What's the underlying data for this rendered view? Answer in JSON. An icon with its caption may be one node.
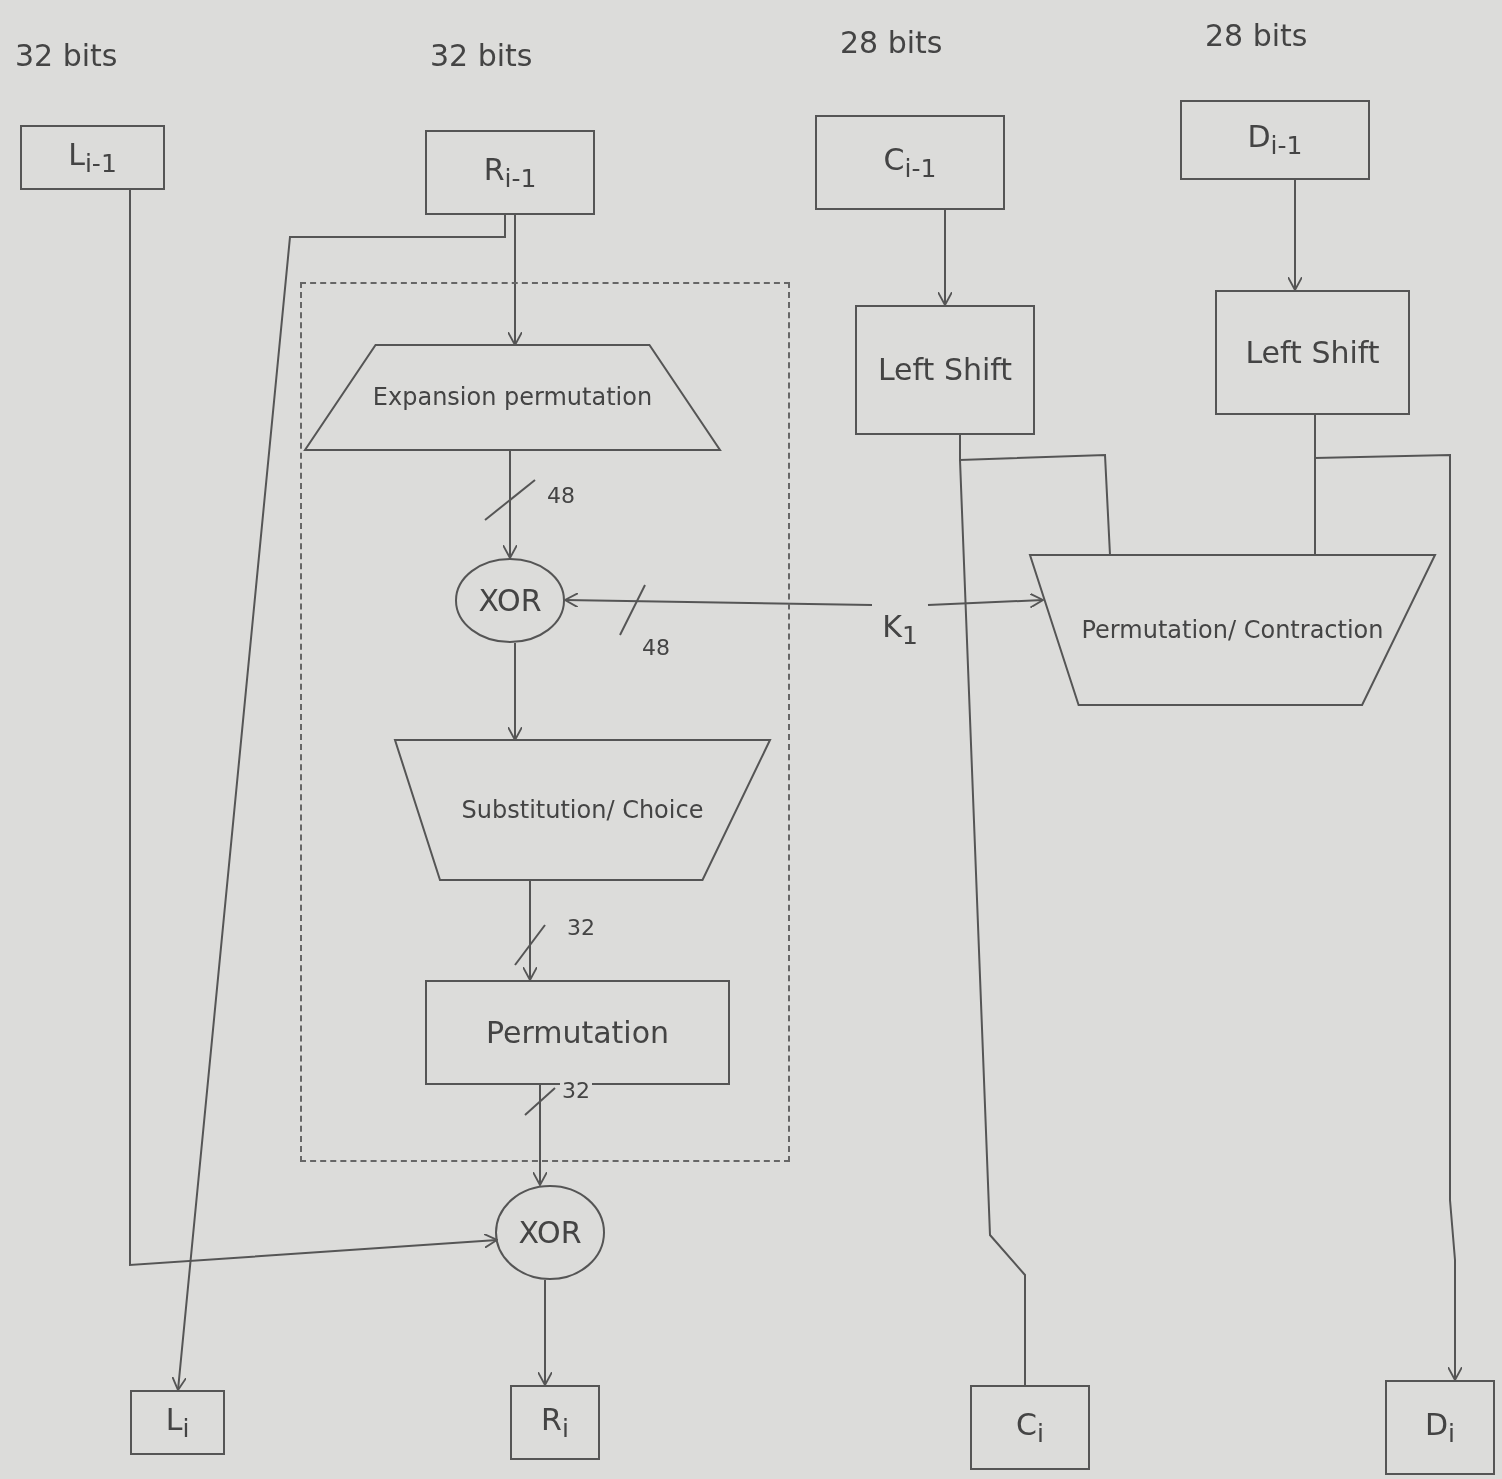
{
  "diagram": {
    "nodes": [
      {
        "text": [
          "L$_{i-1}$"
        ]
      },
      {
        "text": [
          "R$_{i-1}$"
        ]
      },
      {
        "text": [
          "C$_{i-1}$"
        ]
      },
      {
        "text": [
          "D$_{i-1}$"
        ]
      },
      {
        "text": [
          "Left Shift"
        ]
      },
      {
        "text": [
          "Left Shift"
        ]
      },
      {
        "text": [],
        "shape": "box"
      },
      {
        "text": [
          "Expansion permutation"
        ],
        "in": 6
      },
      {
        "text": [
          "XOR"
        ],
        "in": 6
      },
      {
        "text": [
          "Substitution/ Choice"
        ],
        "in": 6
      },
      {
        "text": [
          "Permutation"
        ],
        "in": 6
      },
      {
        "text": [
          "K$_{1}$"
        ]
      },
      {
        "text": [
          "Permutation/ Contraction"
        ]
      },
      {
        "text": [
          "XOR"
        ]
      },
      {
        "text": [
          "L$_{i}$"
        ]
      },
      {
        "text": [
          "R$_{i}$"
        ]
      },
      {
        "text": [
          "C$_{i}$"
        ]
      },
      {
        "text": [
          "D$_{i}$"
        ]
      }
    ],
    "edges": [
      {
        "from": 1,
        "to": 7,
        "arrow": "to"
      },
      {
        "from": 1,
        "to": 14,
        "arrow": "to"
      },
      {
        "from": 0,
        "to": 13,
        "arrow": "to"
      },
      {
        "from": 7,
        "to": 8,
        "arrow": "to",
        "label": "48"
      },
      {
        "from": 11,
        "to": 8,
        "arrow": "to",
        "label": "48"
      },
      {
        "from": 11,
        "to": 12,
        "arrow": "to"
      },
      {
        "from": 8,
        "to": 9,
        "arrow": "to"
      },
      {
        "from": 9,
        "to": 10,
        "arrow": "to",
        "label": "32"
      },
      {
        "from": 10,
        "to": 13,
        "arrow": "to",
        "label": "32"
      },
      {
        "from": 13,
        "to": 15,
        "arrow": "to"
      },
      {
        "from": 2,
        "to": 4,
        "arrow": "to"
      },
      {
        "from": 3,
        "to": 5,
        "arrow": "to"
      },
      {
        "from": 4,
        "to": 12,
        "arrow": "none"
      },
      {
        "from": 4,
        "to": 16,
        "arrow": "none"
      },
      {
        "from": 5,
        "to": 12,
        "arrow": "none"
      },
      {
        "from": 5,
        "to": 17,
        "arrow": "to"
      }
    ],
    "labels": [
      "32 bits",
      "32 bits",
      "28 bits",
      "28 bits"
    ]
  }
}
